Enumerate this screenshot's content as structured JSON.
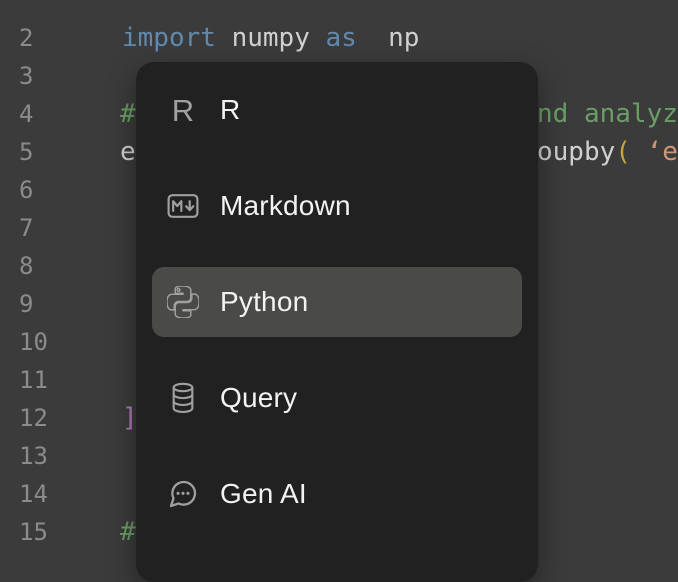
{
  "colors": {
    "editor_background": "#3b3b3b",
    "menu_background": "#212122",
    "menu_highlight": "#4a4a48",
    "menu_text": "#f3f3f3",
    "icon_gray": "#a0a0a0",
    "gutter_gray": "#8b8b8b",
    "keyword_blue": "#6189ae",
    "comment_green": "#6a9e66",
    "paren_gold": "#c9a245",
    "string_orange": "#cf9678",
    "bracket_purple": "#b27abc"
  },
  "editor": {
    "gutter": [
      "2",
      "3",
      "4",
      "5",
      "6",
      "7",
      "8",
      "9",
      "10",
      "11",
      "12",
      "13",
      "14",
      "15"
    ],
    "line2": {
      "kw_import": "import",
      "module": " numpy ",
      "kw_as": "as",
      "alias": "  np"
    },
    "line4": {
      "left_comment": "#",
      "right_comment": "nd analyze"
    },
    "line5": {
      "left_code": "ex",
      "right_name": "oupby",
      "right_paren": "(",
      "right_string": " ‘ex"
    },
    "line12": {
      "bracket": "]"
    },
    "line15": {
      "comment": "#"
    }
  },
  "menu": {
    "selected_label": "Python",
    "items": [
      {
        "label": "R",
        "icon": "r-language-icon",
        "selected": false
      },
      {
        "label": "Markdown",
        "icon": "markdown-icon",
        "selected": false
      },
      {
        "label": "Python",
        "icon": "python-icon",
        "selected": true
      },
      {
        "label": "Query",
        "icon": "database-icon",
        "selected": false
      },
      {
        "label": "Gen AI",
        "icon": "chat-bubble-icon",
        "selected": false
      }
    ],
    "r_icon_glyph": "R"
  }
}
